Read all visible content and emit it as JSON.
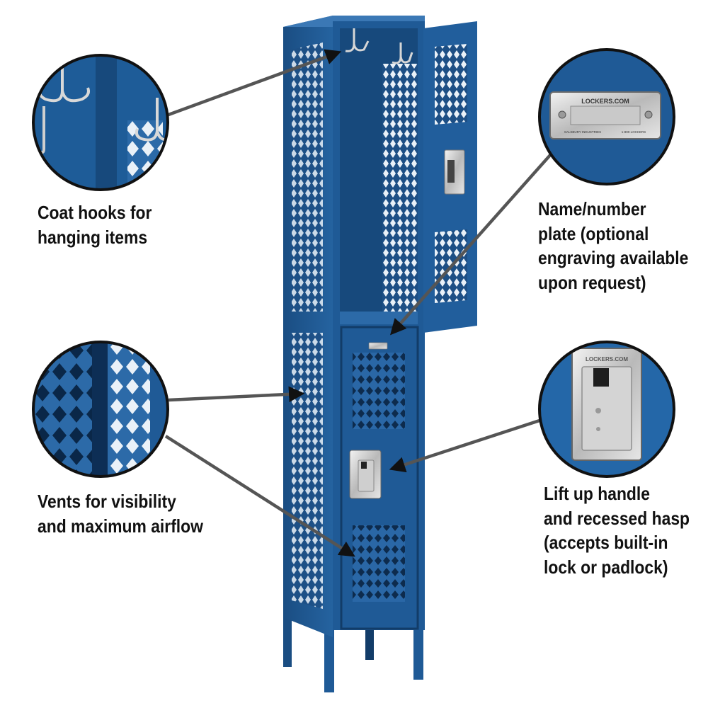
{
  "colors": {
    "locker_blue": "#1f5a96",
    "locker_dark": "#123c68",
    "locker_light": "#3b78b5",
    "arrow": "#555555",
    "circle_border": "#111111"
  },
  "callouts": {
    "coat_hooks": {
      "lines": [
        "Coat hooks for",
        "hanging items"
      ],
      "icon": "coat-hook-icon"
    },
    "name_plate": {
      "lines": [
        "Name/number",
        "plate (optional",
        "engraving available",
        "upon request)"
      ],
      "plate_brand": "LOCKERS.COM",
      "plate_maker": "SALSBURY INDUSTRIES",
      "plate_phone": "1-800-LOCKERS"
    },
    "vents": {
      "lines": [
        "Vents for visibility",
        "and maximum airflow"
      ]
    },
    "handle": {
      "lines": [
        "Lift up handle",
        "and recessed hasp",
        "(accepts built-in",
        "lock or padlock)"
      ],
      "hasp_brand": "LOCKERS.COM"
    }
  }
}
